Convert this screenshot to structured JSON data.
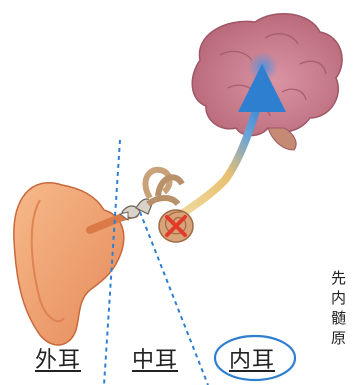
{
  "labels": {
    "outer_ear": "外耳",
    "middle_ear": "中耳",
    "inner_ear": "内耳"
  },
  "side_text": [
    "先",
    "内",
    "髄",
    "原"
  ],
  "colors": {
    "brain": "#c97f8f",
    "ear": "#f0a574",
    "nerve_signal": "#3b82c4",
    "nerve_start": "#f2d99a",
    "damage_mark": "#e23a2a",
    "divider": "#2f7fd0",
    "inner_ear_circle": "#2f7fd0"
  },
  "icons": {
    "damage": "x-mark-icon",
    "signal": "arrow-up-icon"
  }
}
